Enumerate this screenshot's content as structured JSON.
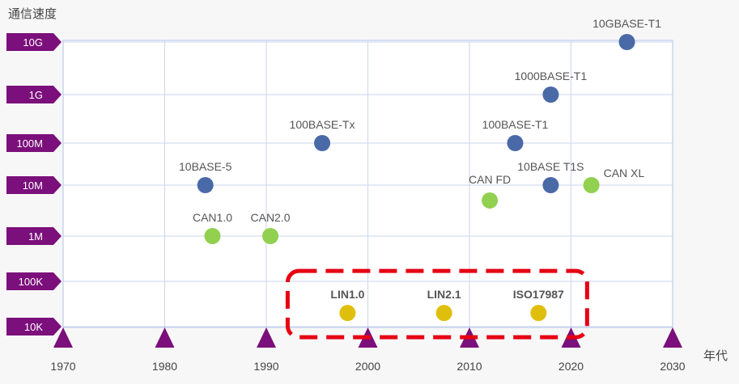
{
  "chart_data": {
    "type": "scatter",
    "ylabel": "通信速度",
    "xlabel": "年代",
    "x_ticks": [
      1970,
      1980,
      1990,
      2000,
      2010,
      2020,
      2030
    ],
    "y_ticks": [
      "10K",
      "100K",
      "1M",
      "10M",
      "100M",
      "1G",
      "10G"
    ],
    "xlim": [
      1970,
      2030
    ],
    "y_scale": "log",
    "grid": true,
    "colors": {
      "ethernet": "#4a69a7",
      "can": "#92d050",
      "lin": "#dfbf0c",
      "tick_marker": "#7b0f7b",
      "highlight_box": "#e60012"
    },
    "series": [
      {
        "key": "ethernet",
        "points": [
          {
            "label": "10BASE-5",
            "x": 1984,
            "y": "10M"
          },
          {
            "label": "100BASE-Tx",
            "x": 1995.5,
            "y": "100M"
          },
          {
            "label": "100BASE-T1",
            "x": 2014.5,
            "y": "100M"
          },
          {
            "label": "10BASE T1S",
            "x": 2018,
            "y": "10M"
          },
          {
            "label": "1000BASE-T1",
            "x": 2018,
            "y": "1G"
          },
          {
            "label": "10GBASE-T1",
            "x": 2025.5,
            "y": "10G"
          }
        ]
      },
      {
        "key": "can",
        "points": [
          {
            "label": "CAN1.0",
            "x": 1984.7,
            "y": "1M"
          },
          {
            "label": "CAN2.0",
            "x": 1990.4,
            "y": "1M"
          },
          {
            "label": "CAN FD",
            "x": 2012,
            "y": "5M"
          },
          {
            "label": "CAN XL",
            "x": 2022,
            "y": "10M"
          }
        ]
      },
      {
        "key": "lin",
        "bold": true,
        "points": [
          {
            "label": "LIN1.0",
            "x": 1998,
            "y": "20K"
          },
          {
            "label": "LIN2.1",
            "x": 2007.5,
            "y": "20K"
          },
          {
            "label": "ISO17987",
            "x": 2016.8,
            "y": "20K"
          }
        ]
      }
    ]
  }
}
